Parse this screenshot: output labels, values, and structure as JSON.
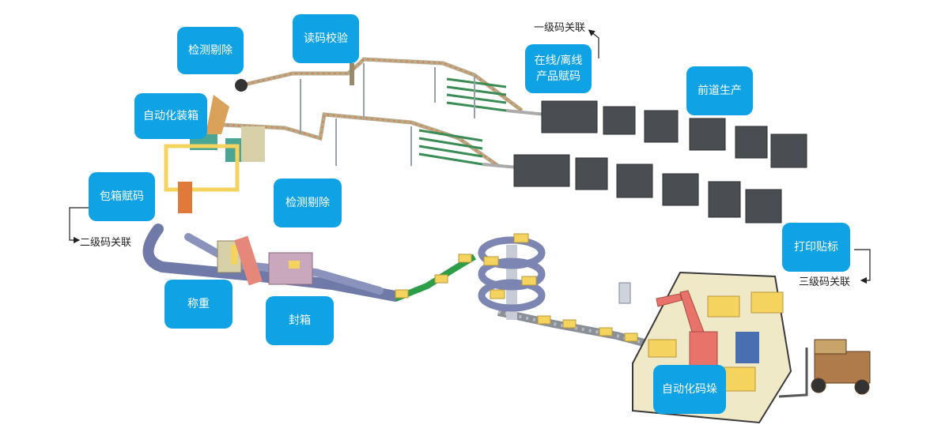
{
  "colors": {
    "callout_bg": "#0fa3e6",
    "callout_text": "#ffffff",
    "conveyor": "#6f7aa8",
    "machine_dark": "#4a4d52",
    "carton": "#f4d35e",
    "robot": "#e8736b",
    "spiral": "#8089b4",
    "green_belt": "#2e9d48",
    "forklift": "#b07b4a"
  },
  "callouts": {
    "detect_reject_top": "检测剔除",
    "read_verify": "读码校验",
    "online_offline_coding": [
      "在线/离线",
      "产品赋码"
    ],
    "upstream_production": "前道生产",
    "auto_packing": "自动化装箱",
    "case_coding": "包箱赋码",
    "detect_reject_mid": "检测剔除",
    "weighing": "称重",
    "case_sealing": "封箱",
    "print_label": "打印贴标",
    "auto_palletizing": "自动化码垛"
  },
  "relations": {
    "level1": "一级码关联",
    "level2": "二级码关联",
    "level3": "三级码关联"
  }
}
